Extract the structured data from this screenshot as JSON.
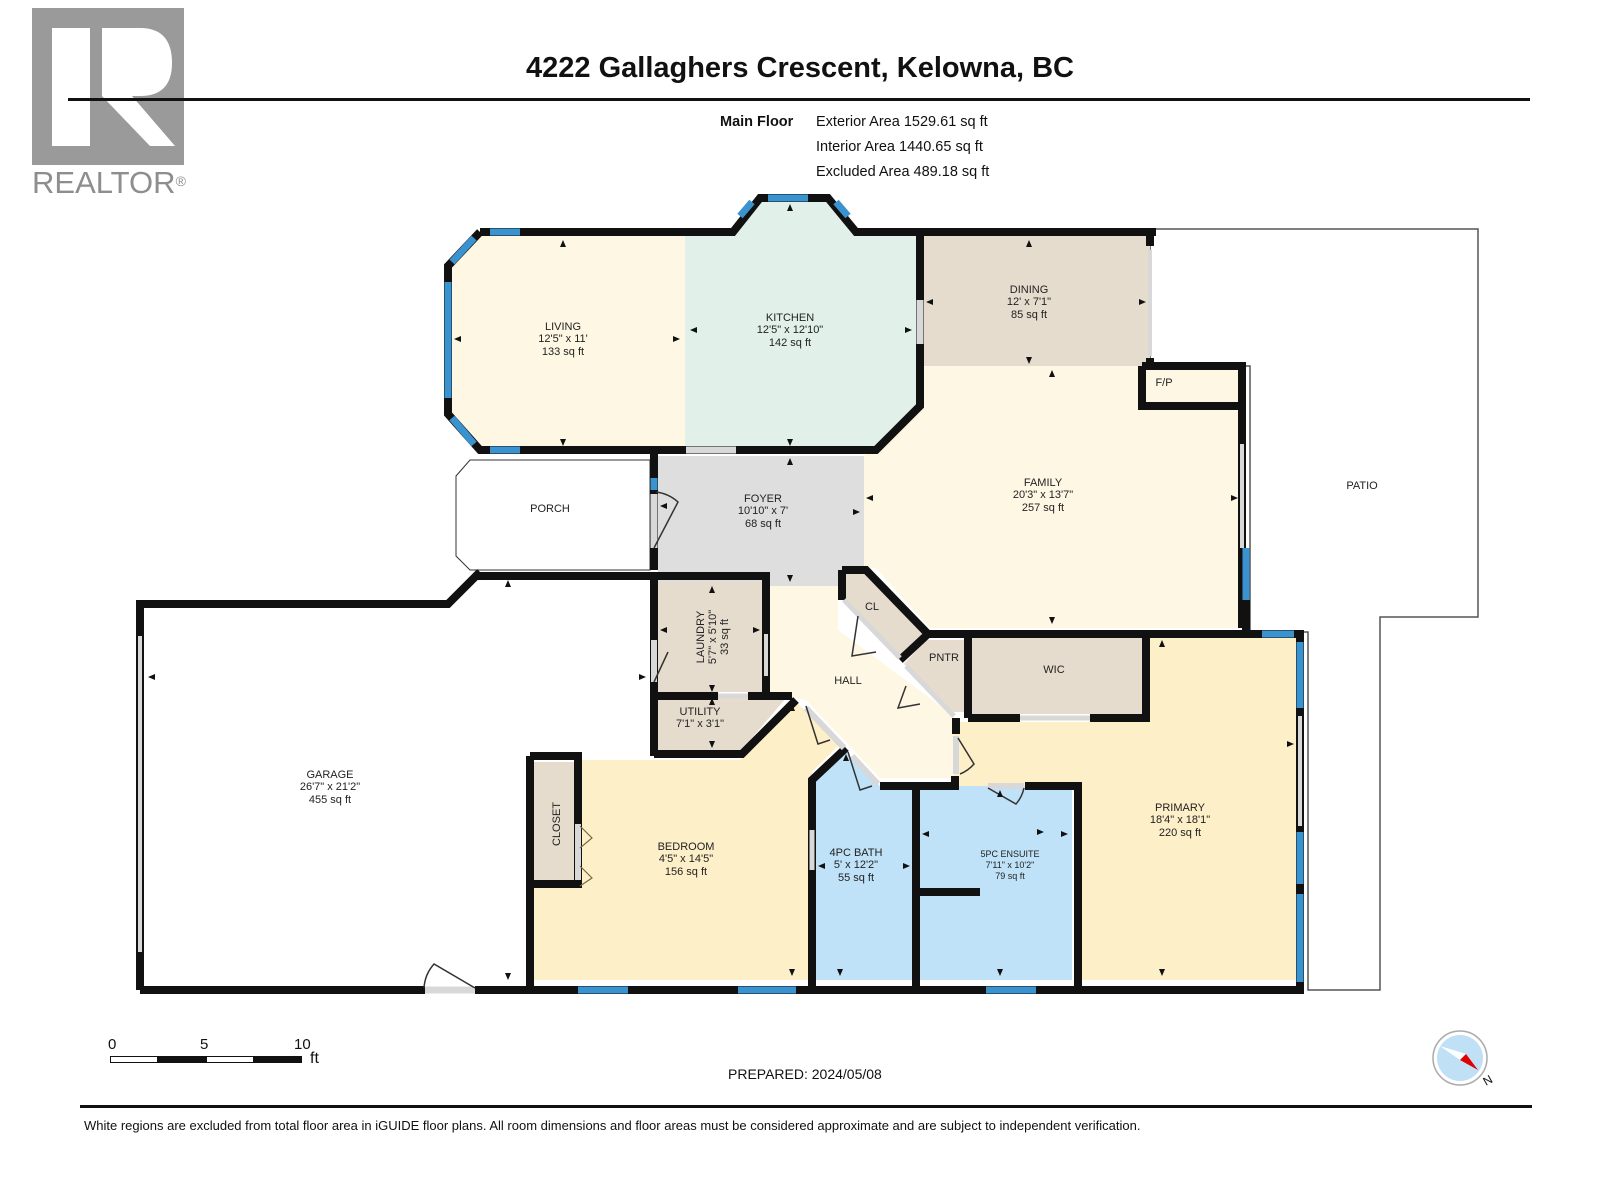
{
  "logo": {
    "brand": "REALTOR",
    "mark": "®",
    "letter": "R"
  },
  "header": {
    "title": "4222 Gallaghers Crescent, Kelowna, BC"
  },
  "areas": {
    "floor_label": "Main Floor",
    "exterior": "Exterior Area 1529.61 sq ft",
    "interior": "Interior Area 1440.65 sq ft",
    "excluded": "Excluded Area 489.18 sq ft"
  },
  "colors": {
    "wall": "#111111",
    "window": "#3a92cf",
    "living_family": "#fdf7e3",
    "kitchen": "#e2f0ea",
    "dining_utility": "#e6dccd",
    "foyer": "#dedede",
    "bedroom_primary": "#fdefc8",
    "bath": "#bfe2f8",
    "excluded": "#ffffff"
  },
  "rooms": {
    "living": {
      "name": "LIVING",
      "dims": "12'5\" x 11'",
      "area": "133 sq ft"
    },
    "kitchen": {
      "name": "KITCHEN",
      "dims": "12'5\" x 12'10\"",
      "area": "142 sq ft"
    },
    "dining": {
      "name": "DINING",
      "dims": "12' x 7'1\"",
      "area": "85 sq ft"
    },
    "fp": {
      "name": "F/P"
    },
    "patio": {
      "name": "PATIO"
    },
    "porch": {
      "name": "PORCH"
    },
    "foyer": {
      "name": "FOYER",
      "dims": "10'10\" x 7'",
      "area": "68 sq ft"
    },
    "family": {
      "name": "FAMILY",
      "dims": "20'3\" x 13'7\"",
      "area": "257 sq ft"
    },
    "laundry": {
      "name": "LAUNDRY",
      "dims": "5'7\" x 5'10\"",
      "area": "33 sq ft"
    },
    "utility": {
      "name": "UTILITY",
      "dims": "7'1\" x 3'1\""
    },
    "cl": {
      "name": "CL"
    },
    "pntr": {
      "name": "PNTR"
    },
    "wic": {
      "name": "WIC"
    },
    "hall": {
      "name": "HALL"
    },
    "garage": {
      "name": "GARAGE",
      "dims": "26'7\" x 21'2\"",
      "area": "455 sq ft"
    },
    "closet": {
      "name": "CLOSET"
    },
    "bedroom": {
      "name": "BEDROOM",
      "dims": "4'5\" x 14'5\"",
      "area": "156 sq ft"
    },
    "bath4": {
      "name": "4PC BATH",
      "dims": "5' x 12'2\"",
      "area": "55 sq ft"
    },
    "ensuite": {
      "name": "5PC ENSUITE",
      "dims": "7'11\" x 10'2\"",
      "area": "79 sq ft"
    },
    "primary": {
      "name": "PRIMARY",
      "dims": "18'4\" x 18'1\"",
      "area": "220 sq ft"
    }
  },
  "scale": {
    "ticks": [
      "0",
      "5",
      "10"
    ],
    "unit": "ft"
  },
  "footer": {
    "prepared": "PREPARED: 2024/05/08",
    "disclaimer": "White regions are excluded from total floor area in iGUIDE floor plans. All room dimensions and floor areas must be considered approximate and are subject to independent verification.",
    "compass_label": "N"
  }
}
